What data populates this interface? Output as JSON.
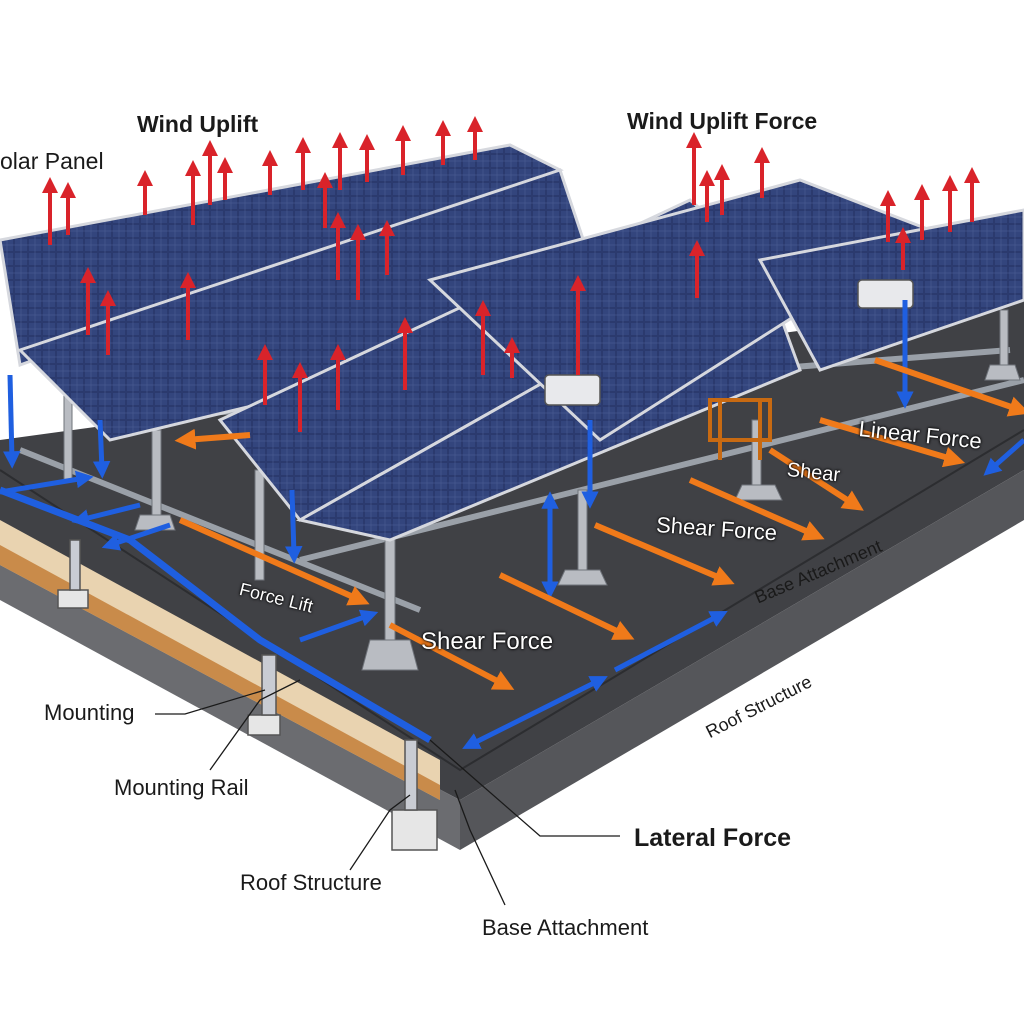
{
  "labels": {
    "wind_uplift_left": "Wind Uplift",
    "wind_uplift_force_right": "Wind Uplift Force",
    "solar_panel": "olar Panel",
    "linear_force": "Linear Force",
    "shear_right_small": "Shear",
    "shear_force_mid": "Shear Force",
    "shear_force_front": "Shear Force",
    "base_attachment_roof": "Base Attachment",
    "roof_structure_roof": "Roof Structure",
    "force_uplift_garbled": "Force Lift",
    "mounting": "Mounting",
    "mounting_rail": "Mounting Rail",
    "roof_structure_callout": "Roof Structure",
    "lateral_force": "Lateral Force",
    "base_attachment_callout": "Base Attachment"
  },
  "colors": {
    "uplift_arrow": "#d9232a",
    "lateral_arrow": "#1f5fe0",
    "shear_arrow": "#f07a1a",
    "panel_cell": "#2a3768",
    "panel_frame": "#c9ccd3",
    "roof": "#3e3f42",
    "fascia": "#c98b4a",
    "mount_metal": "#b9bcc2"
  },
  "icons": {
    "uplift": "red-up-arrow",
    "lateral": "blue-double-arrow",
    "shear": "orange-arrow",
    "bracket": "mounting-bracket"
  }
}
